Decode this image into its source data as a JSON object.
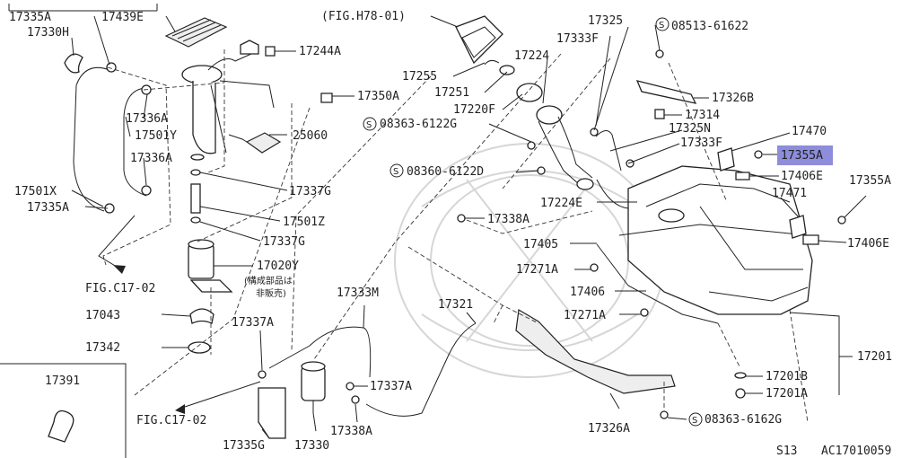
{
  "labels": {
    "p17335A_top": "17335A",
    "p17439E": "17439E",
    "p17330H": "17330H",
    "p17244A": "17244A",
    "fig_h78": "(FIG.H78-01)",
    "p17325": "17325",
    "s08513": "08513-61622",
    "p17333F_top": "17333F",
    "p17224": "17224",
    "p17255": "17255",
    "p17350A": "17350A",
    "p17326B": "17326B",
    "p17251": "17251",
    "p17220F": "17220F",
    "p17314": "17314",
    "p17336A_a": "17336A",
    "s08363_g": "08363-6122G",
    "p17325N": "17325N",
    "p17470": "17470",
    "p17501Y": "17501Y",
    "p25060": "25060",
    "p17333F_mid": "17333F",
    "p17355A_hl": "17355A",
    "p17336A_b": "17336A",
    "s08360": "08360-6122D",
    "p17406E_a": "17406E",
    "p17501X": "17501X",
    "p17337G_a": "17337G",
    "p17471": "17471",
    "p17355A_r": "17355A",
    "p17335A_bot": "17335A",
    "p17224E": "17224E",
    "p17501Z": "17501Z",
    "p17338A_a": "17338A",
    "p17337G_b": "17337G",
    "p17406E_b": "17406E",
    "p17405": "17405",
    "p17020Y": "17020Y",
    "p17271A_a": "17271A",
    "note_1": "(構成部品は",
    "note_2": "非販売)",
    "fig_c17_a": "FIG.C17-02",
    "p17333M": "17333M",
    "p17406": "17406",
    "p17321": "17321",
    "p17043": "17043",
    "p17271A_b": "17271A",
    "p17337A_a": "17337A",
    "p17201": "17201",
    "p17342": "17342",
    "p17391": "17391",
    "p17201B": "17201B",
    "p17337A_b": "17337A",
    "p17201A": "17201A",
    "fig_c17_b": "FIG.C17-02",
    "p17326A": "17326A",
    "s08363_6162g": "08363-6162G",
    "p17335G": "17335G",
    "p17330": "17330",
    "p17338A_b": "17338A",
    "code_s13": "S13",
    "code_ac": "AC17010059"
  },
  "colors": {
    "line": "#222222",
    "highlight": "#8d8ddc",
    "watermark": "#d6d6d6"
  }
}
